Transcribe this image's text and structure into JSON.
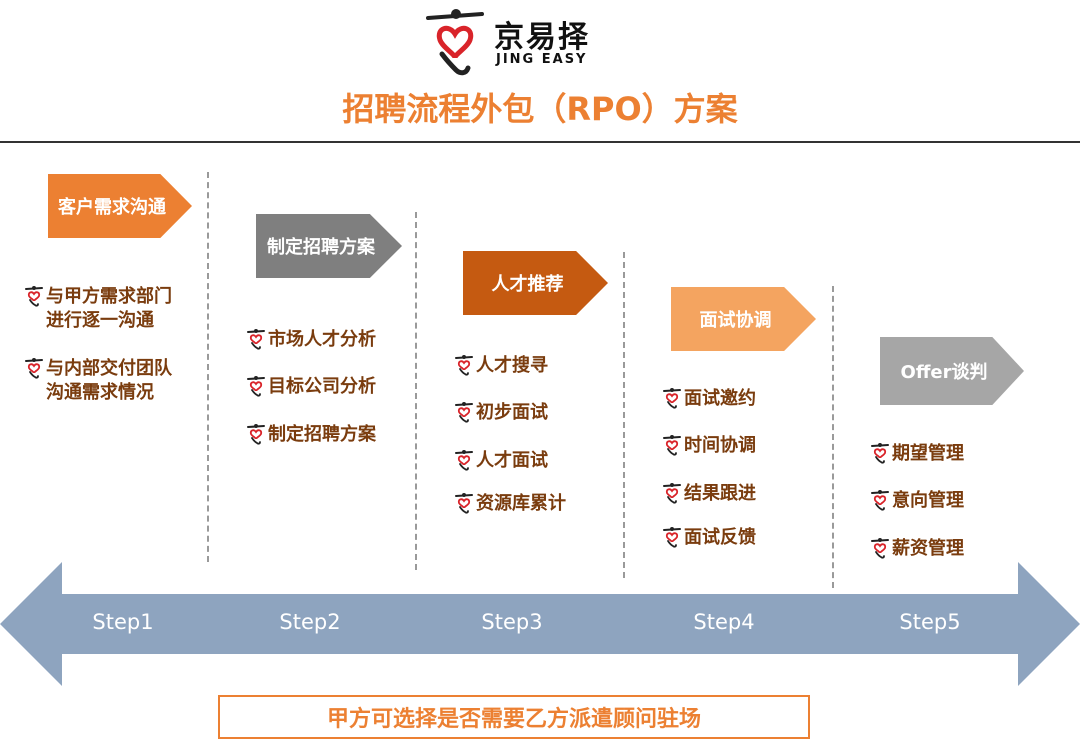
{
  "logo": {
    "name_cn": "京易择",
    "name_en": "JING EASY"
  },
  "title": "招聘流程外包（RPO）方案",
  "steps": [
    {
      "tag": "客户需求沟通",
      "tag_color": "#ec8032",
      "label": "Step1",
      "items": [
        "与甲方需求部门\n进行逐一沟通",
        "与内部交付团队\n沟通需求情况"
      ]
    },
    {
      "tag": "制定招聘方案",
      "tag_color": "#7f7f7f",
      "label": "Step2",
      "items": [
        "市场人才分析",
        "目标公司分析",
        "制定招聘方案"
      ]
    },
    {
      "tag": "人才推荐",
      "tag_color": "#c55a11",
      "label": "Step3",
      "items": [
        "人才搜寻",
        "初步面试",
        "人才面试",
        "资源库累计"
      ]
    },
    {
      "tag": "面试协调",
      "tag_color": "#f4a460",
      "label": "Step4",
      "items": [
        "面试邀约",
        "时间协调",
        "结果跟进",
        "面试反馈"
      ]
    },
    {
      "tag": "Offer谈判",
      "tag_color": "#a6a6a6",
      "label": "Step5",
      "items": [
        "期望管理",
        "意向管理",
        "薪资管理"
      ]
    }
  ],
  "note": "甲方可选择是否需要乙方派遣顾问驻场",
  "colors": {
    "accent": "#ec8032",
    "item_text": "#7a3c0e",
    "arrow": "#8ea4bf"
  }
}
